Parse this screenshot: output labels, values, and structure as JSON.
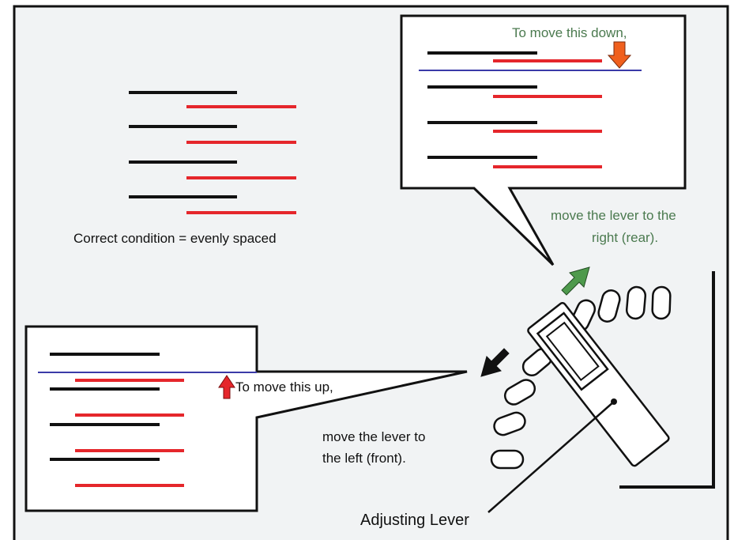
{
  "colors": {
    "background": "#f1f3f4",
    "black_line": "#111111",
    "red_line": "#e5262b",
    "guide_line": "#3a3aa8",
    "green_text": "#4b7a4f",
    "green_arrow": "#4e9a4c",
    "orange_arrow": "#f0601e",
    "red_arrow": "#e5262b"
  },
  "labels": {
    "correct": "Correct condition = evenly spaced",
    "move_down": "To move this down,",
    "move_right_line1": "move the lever to the",
    "move_right_line2": "right (rear).",
    "move_up": "To move this up,",
    "move_left_line1": "move the lever to",
    "move_left_line2": "the left (front).",
    "lever": "Adjusting Lever"
  },
  "icons": {
    "down_arrow": "arrow-down-icon",
    "up_arrow": "arrow-up-icon",
    "rear_arrow": "arrow-up-right-icon",
    "front_arrow": "arrow-down-left-icon"
  }
}
